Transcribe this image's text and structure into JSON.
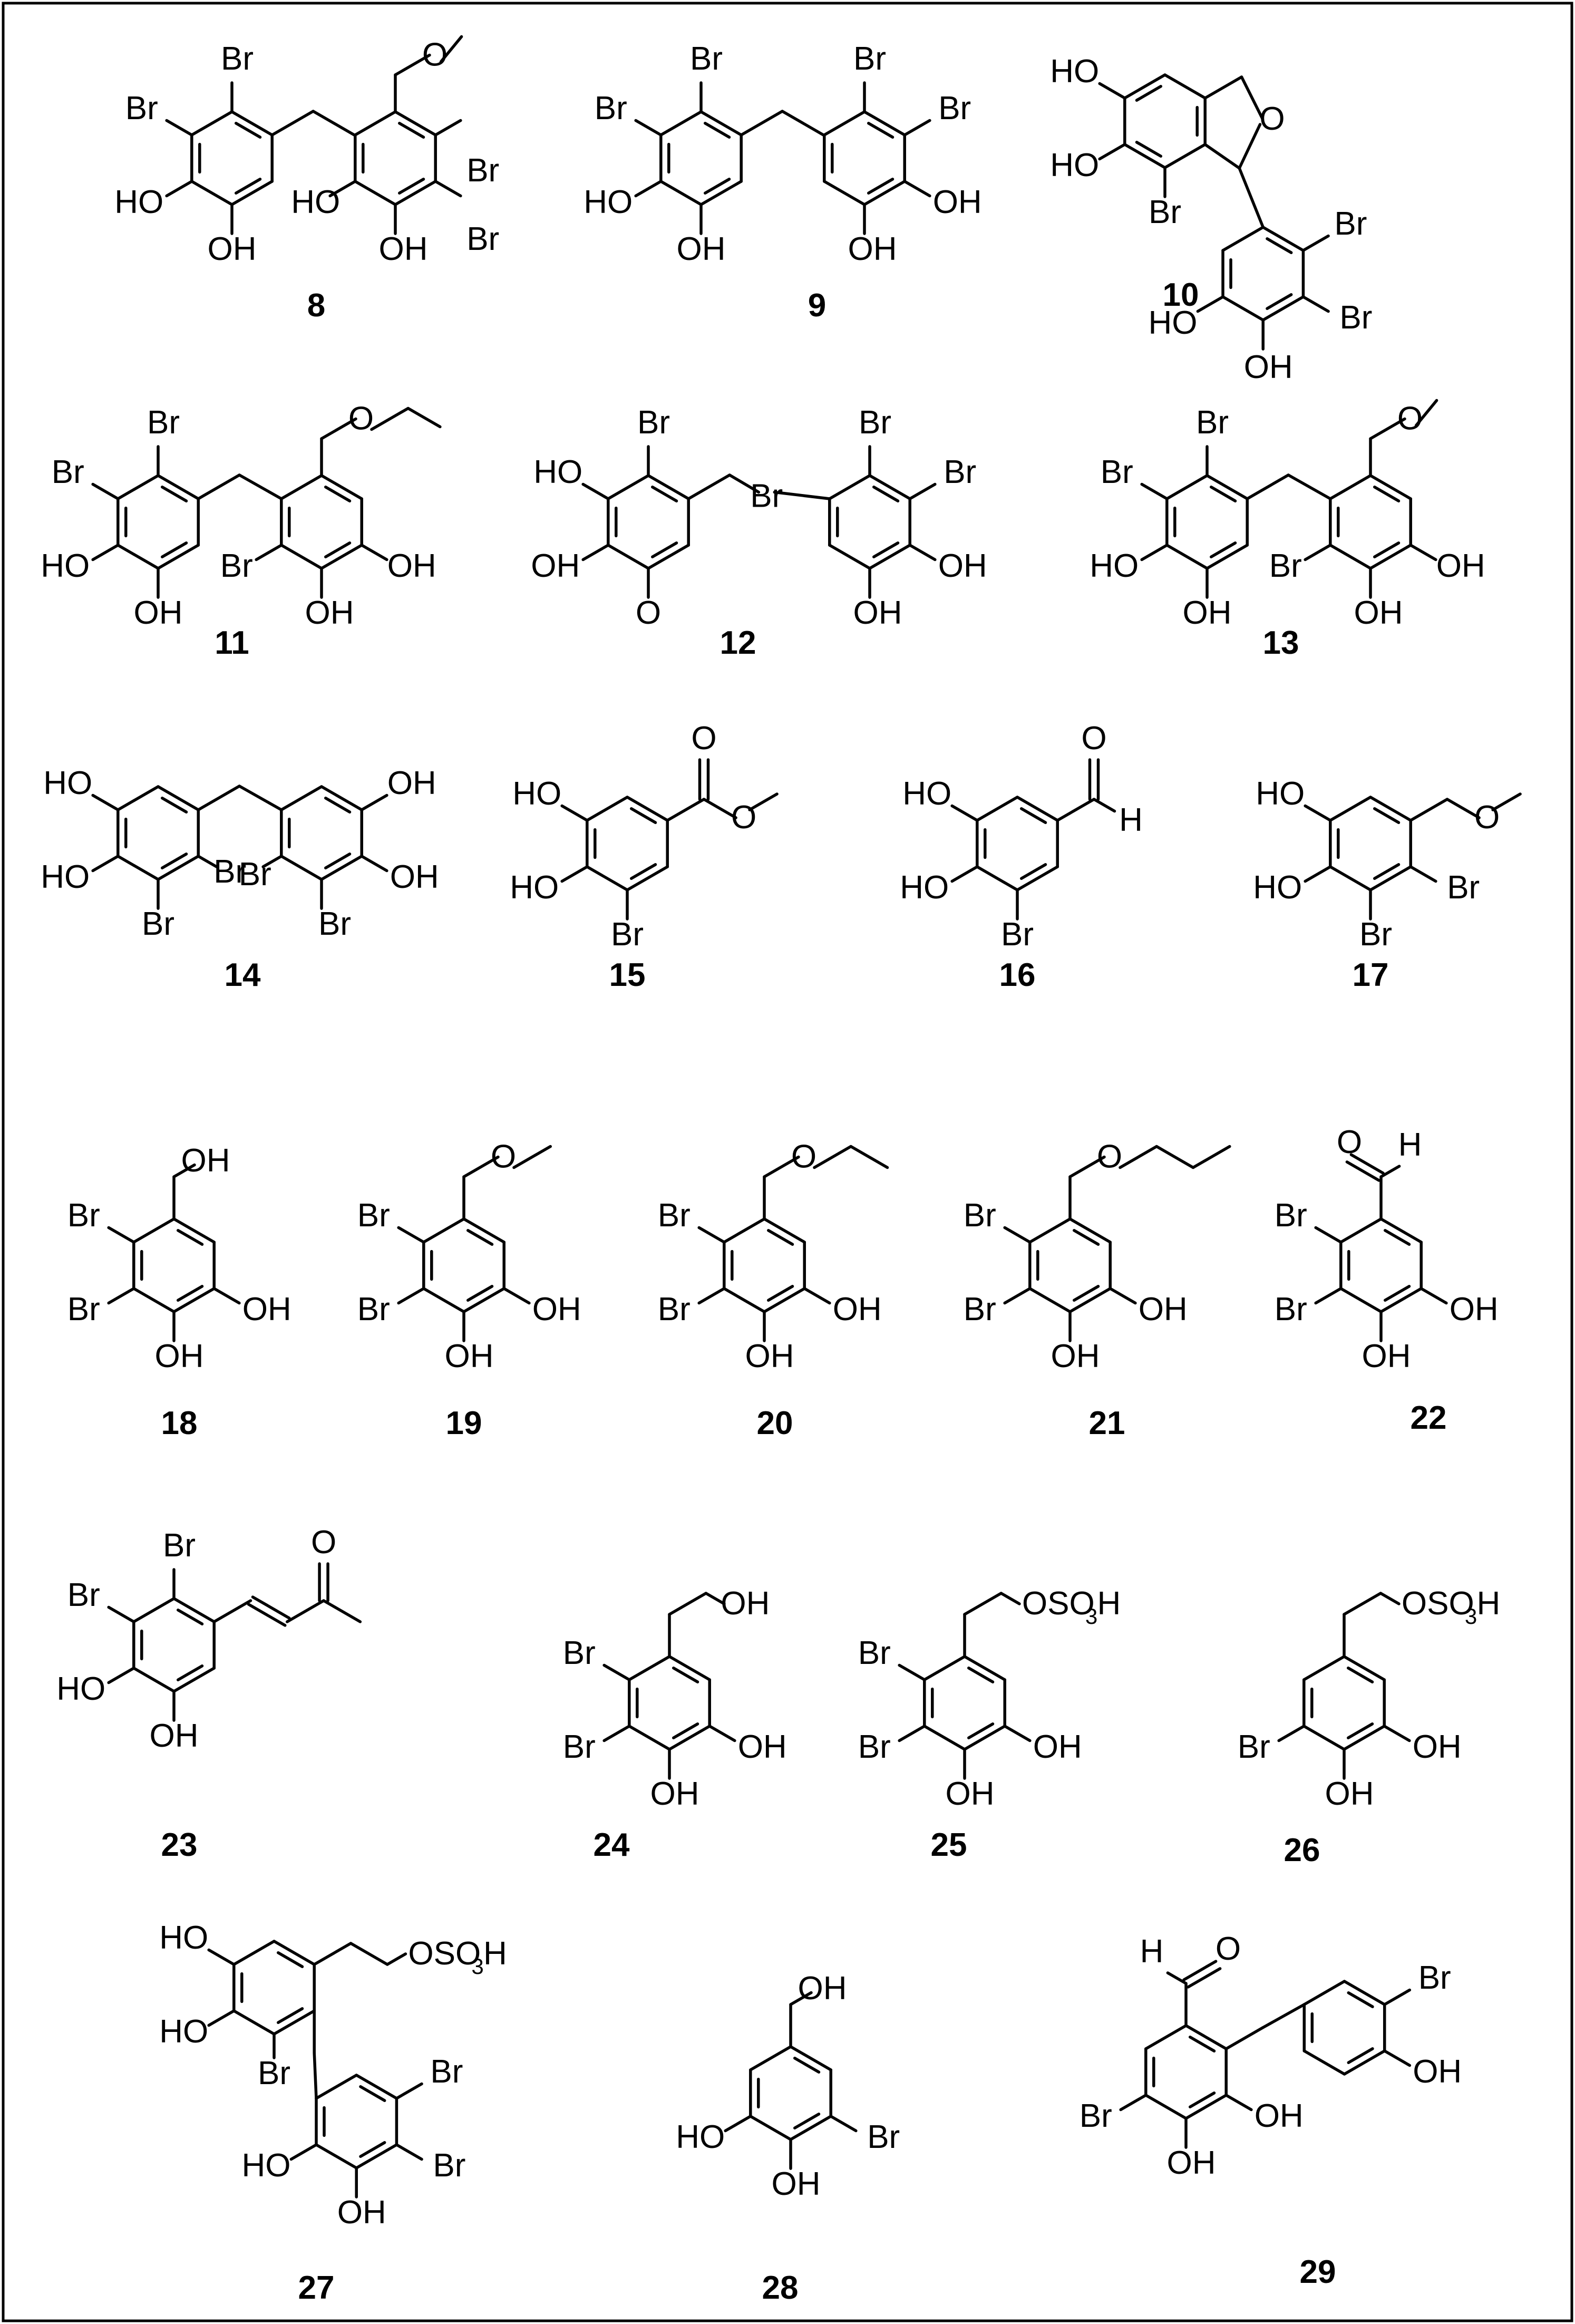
{
  "figure": {
    "colors": {
      "ink": "#000000",
      "background": "#ffffff"
    },
    "compounds": [
      {
        "id": "8",
        "label": "8",
        "atoms": [
          "Br",
          "Br",
          "Br",
          "Br",
          "HO",
          "OH",
          "HO",
          "OH",
          "O"
        ]
      },
      {
        "id": "9",
        "label": "9",
        "atoms": [
          "Br",
          "Br",
          "Br",
          "Br",
          "HO",
          "OH",
          "OH",
          "OH"
        ]
      },
      {
        "id": "10",
        "label": "10",
        "atoms": [
          "HO",
          "HO",
          "Br",
          "O",
          "Br",
          "Br",
          "HO",
          "OH"
        ]
      },
      {
        "id": "11",
        "label": "11",
        "atoms": [
          "Br",
          "Br",
          "HO",
          "OH",
          "Br",
          "OH",
          "OH",
          "O"
        ]
      },
      {
        "id": "12",
        "label": "12",
        "atoms": [
          "Br",
          "Br",
          "HO",
          "OH",
          "O",
          "Br",
          "Br",
          "OH",
          "OH"
        ]
      },
      {
        "id": "13",
        "label": "13",
        "atoms": [
          "Br",
          "Br",
          "HO",
          "OH",
          "Br",
          "OH",
          "OH",
          "O"
        ]
      },
      {
        "id": "14",
        "label": "14",
        "atoms": [
          "HO",
          "HO",
          "Br",
          "Br",
          "OH",
          "OH",
          "Br",
          "Br"
        ]
      },
      {
        "id": "15",
        "label": "15",
        "atoms": [
          "HO",
          "HO",
          "Br",
          "O",
          "O"
        ]
      },
      {
        "id": "16",
        "label": "16",
        "atoms": [
          "HO",
          "HO",
          "Br",
          "O",
          "H"
        ]
      },
      {
        "id": "17",
        "label": "17",
        "atoms": [
          "HO",
          "HO",
          "Br",
          "Br",
          "O"
        ]
      },
      {
        "id": "18",
        "label": "18",
        "atoms": [
          "OH",
          "Br",
          "Br",
          "OH",
          "OH"
        ]
      },
      {
        "id": "19",
        "label": "19",
        "atoms": [
          "O",
          "Br",
          "Br",
          "OH",
          "OH"
        ]
      },
      {
        "id": "20",
        "label": "20",
        "atoms": [
          "O",
          "Br",
          "Br",
          "OH",
          "OH"
        ]
      },
      {
        "id": "21",
        "label": "21",
        "atoms": [
          "O",
          "Br",
          "Br",
          "OH",
          "OH"
        ]
      },
      {
        "id": "22",
        "label": "22",
        "atoms": [
          "O",
          "H",
          "Br",
          "Br",
          "OH",
          "OH"
        ]
      },
      {
        "id": "23",
        "label": "23",
        "atoms": [
          "Br",
          "Br",
          "HO",
          "OH",
          "O"
        ]
      },
      {
        "id": "24",
        "label": "24",
        "atoms": [
          "OH",
          "Br",
          "Br",
          "OH",
          "OH"
        ]
      },
      {
        "id": "25",
        "label": "25",
        "atoms": [
          "OSO",
          "3",
          "H",
          "Br",
          "Br",
          "OH",
          "OH"
        ]
      },
      {
        "id": "26",
        "label": "26",
        "atoms": [
          "OSO",
          "3",
          "H",
          "Br",
          "OH",
          "OH"
        ]
      },
      {
        "id": "27",
        "label": "27",
        "atoms": [
          "HO",
          "HO",
          "Br",
          "OSO",
          "3",
          "H",
          "Br",
          "Br",
          "HO",
          "OH"
        ]
      },
      {
        "id": "28",
        "label": "28",
        "atoms": [
          "OH",
          "HO",
          "OH",
          "Br"
        ]
      },
      {
        "id": "29",
        "label": "29",
        "atoms": [
          "H",
          "O",
          "Br",
          "OH",
          "OH",
          "Br",
          "OH"
        ]
      }
    ]
  }
}
